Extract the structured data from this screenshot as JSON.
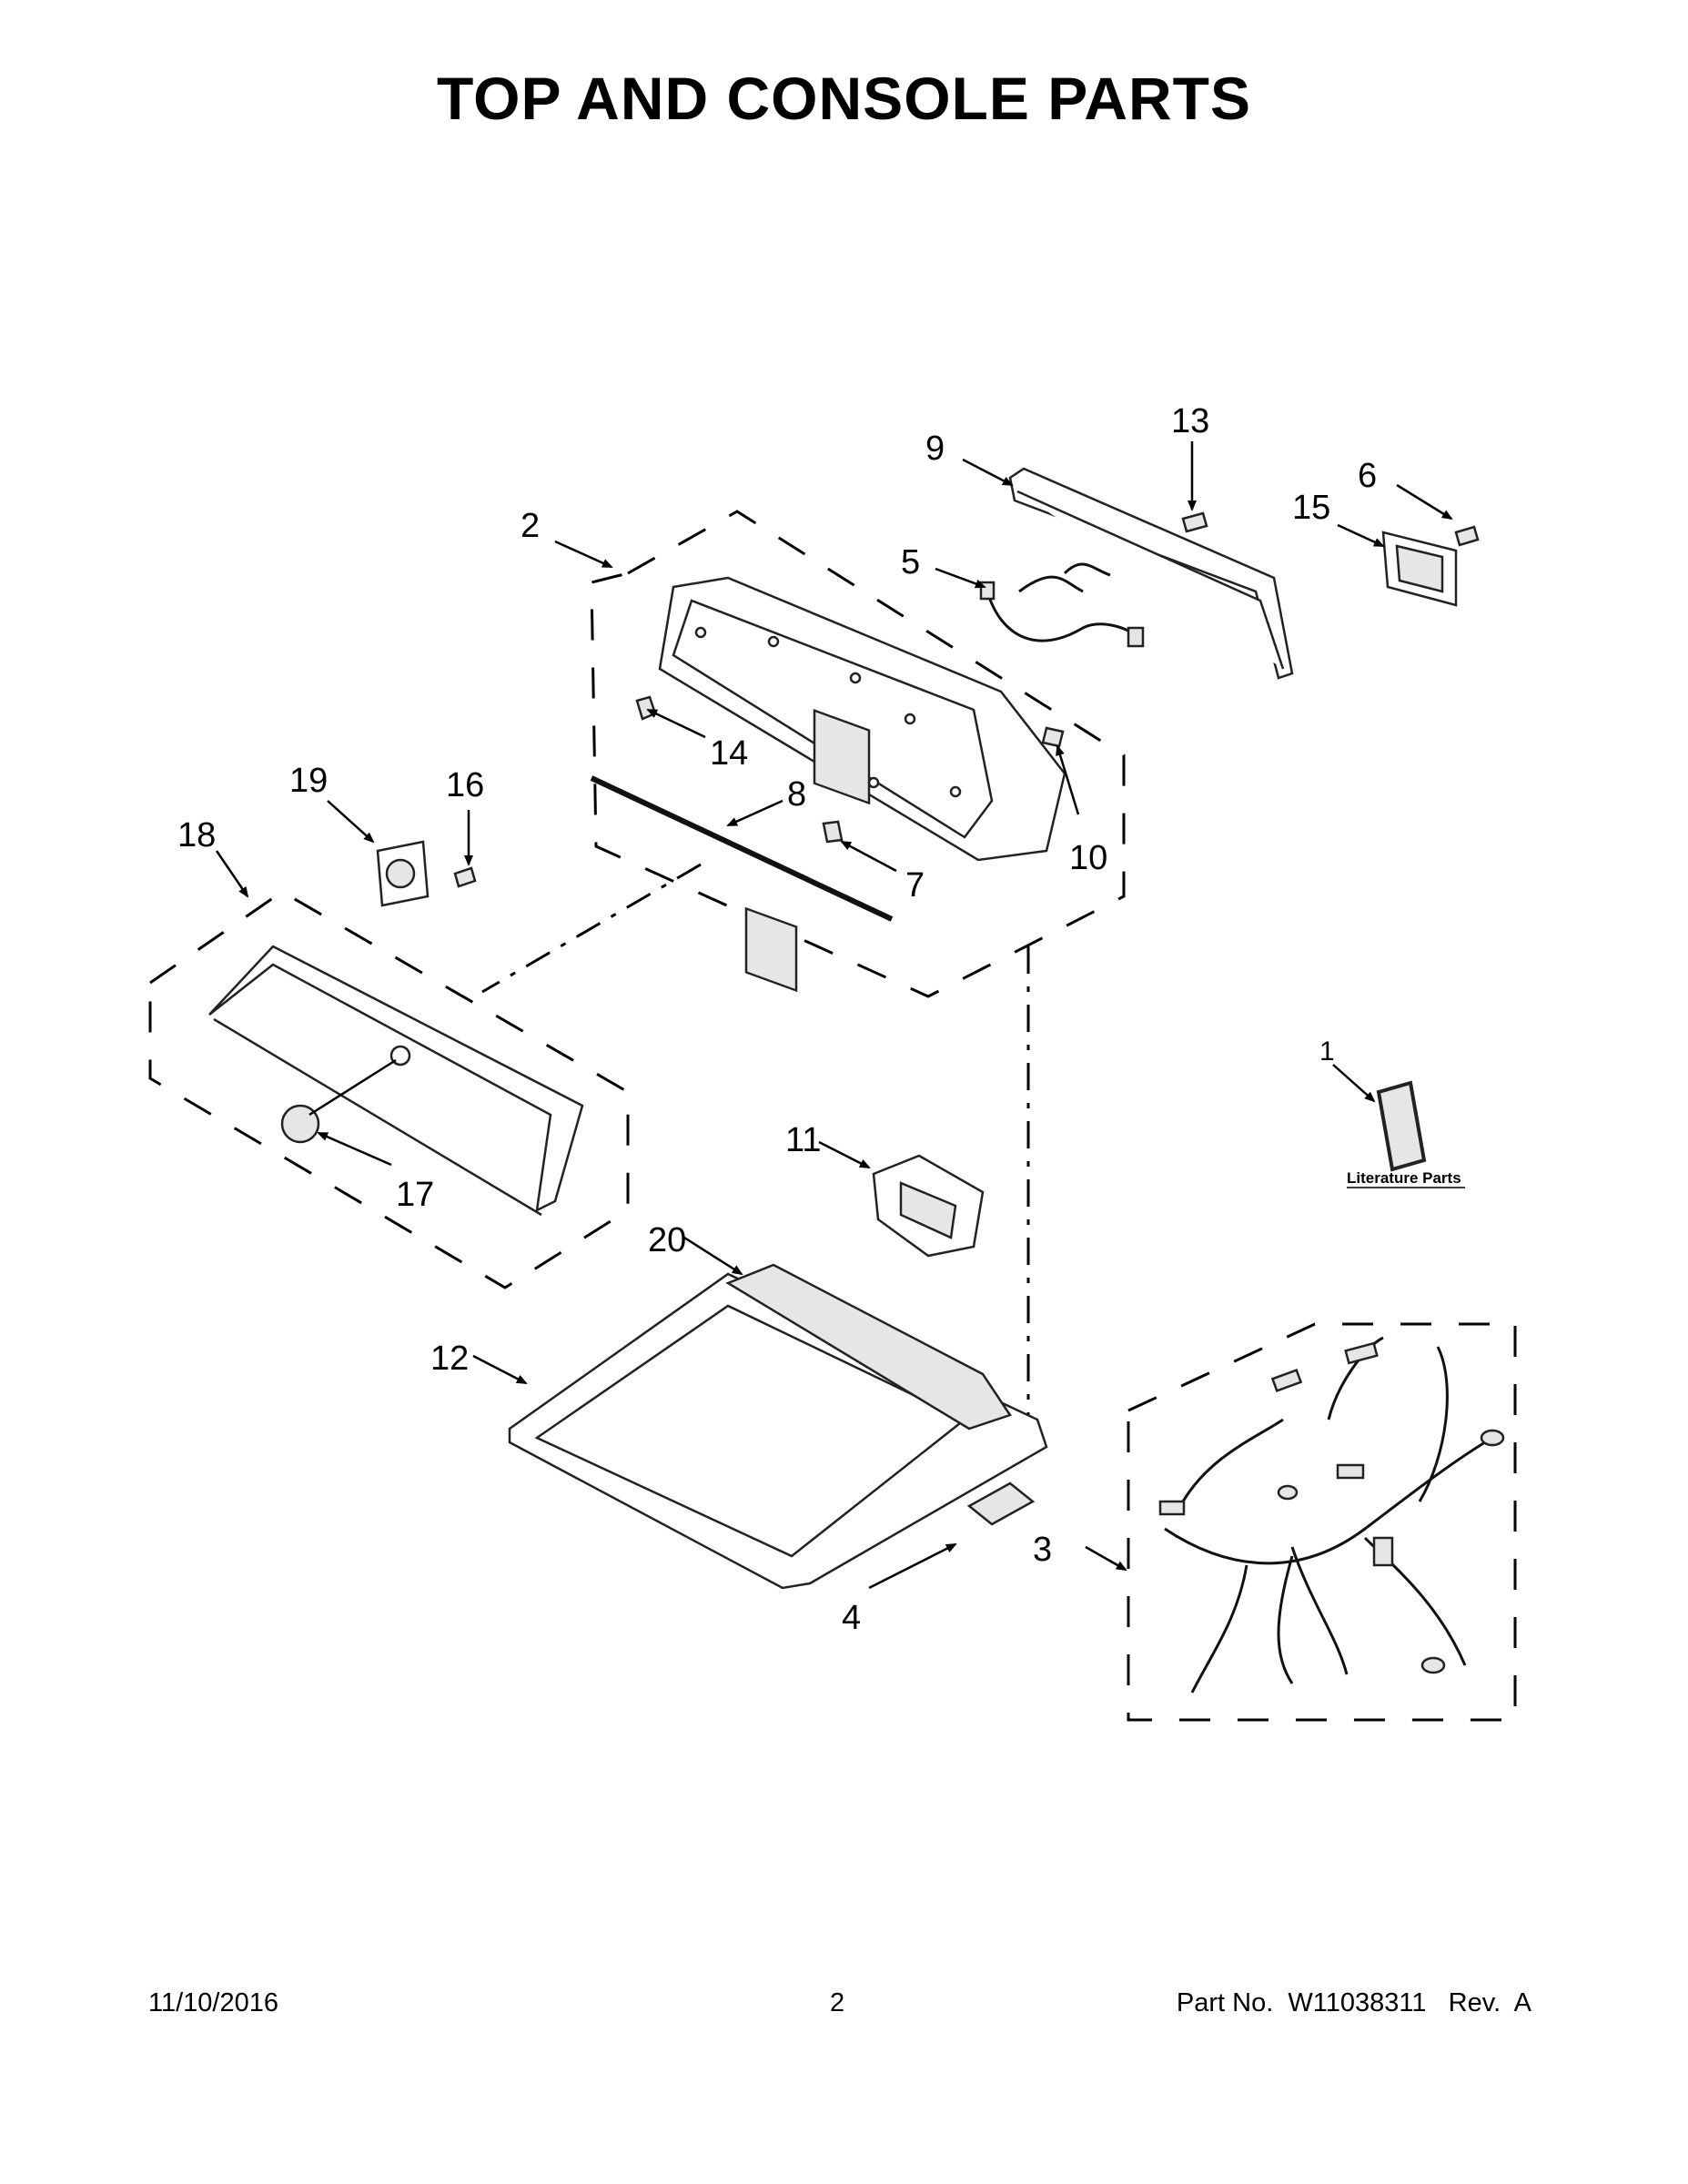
{
  "title": "TOP AND CONSOLE PARTS",
  "callouts": {
    "c1": "1",
    "c2": "2",
    "c3": "3",
    "c4": "4",
    "c5": "5",
    "c6": "6",
    "c7": "7",
    "c8": "8",
    "c9": "9",
    "c10": "10",
    "c11": "11",
    "c12": "12",
    "c13": "13",
    "c14": "14",
    "c15": "15",
    "c16": "16",
    "c17": "17",
    "c18": "18",
    "c19": "19",
    "c20": "20"
  },
  "literature_label": "Literature Parts",
  "footer": {
    "date": "11/10/2016",
    "page": "2",
    "part": "Part No.  W11038311   Rev.  A"
  }
}
